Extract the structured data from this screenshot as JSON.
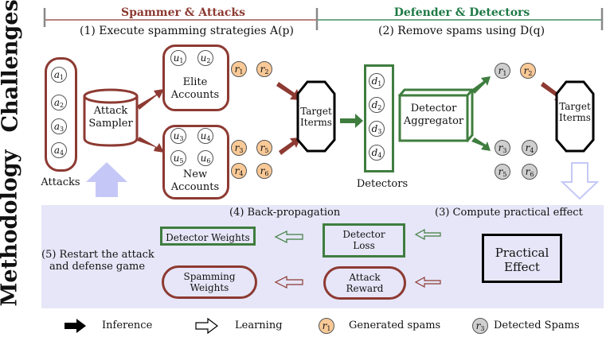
{
  "side_labels": {
    "top": "Challenges",
    "bottom": "Methodology"
  },
  "headers": {
    "spammer": {
      "title": "Spammer & Attacks",
      "color": "#8d3a32"
    },
    "defender": {
      "title": "Defender & Detectors",
      "color": "#1e7a45"
    }
  },
  "steps": {
    "s1": "(1) Execute spamming strategies A(p)",
    "s2": "(2) Remove spams using D(q)",
    "s3": "(3) Compute practical effect",
    "s4": "(4) Back-propagation",
    "s5_line1": "(5) Restart the attack",
    "s5_line2": "and defense game"
  },
  "attacks": {
    "items": [
      "a1",
      "a2",
      "a3",
      "a4"
    ],
    "label": "Attacks"
  },
  "sampler": {
    "line1": "Attack",
    "line2": "Sampler"
  },
  "elite": {
    "users": [
      "u1",
      "u2"
    ],
    "line1": "Elite",
    "line2": "Accounts"
  },
  "new_accounts": {
    "users": [
      "u3",
      "u4",
      "u5",
      "u6"
    ],
    "line1": "New",
    "line2": "Accounts"
  },
  "generated_reviews": [
    "r1",
    "r2",
    "r3",
    "r5",
    "r4",
    "r6"
  ],
  "target1": {
    "line1": "Target",
    "line2": "Iterms"
  },
  "detectors": {
    "items": [
      "d1",
      "d2",
      "d3",
      "d4"
    ],
    "label": "Detectors"
  },
  "aggregator": {
    "line1": "Detector",
    "line2": "Aggregator"
  },
  "post_reviews": {
    "top": [
      {
        "id": "r1",
        "state": "detected"
      },
      {
        "id": "r2",
        "state": "generated"
      }
    ],
    "bottom": [
      {
        "id": "r3",
        "state": "detected"
      },
      {
        "id": "r4",
        "state": "detected"
      },
      {
        "id": "r5",
        "state": "detected"
      },
      {
        "id": "r6",
        "state": "detected"
      }
    ]
  },
  "target2": {
    "line1": "Target",
    "line2": "Iterms"
  },
  "methodology": {
    "detector_weights": "Detector Weights",
    "spamming_weights_1": "Spamming",
    "spamming_weights_2": "Weights",
    "detector_loss_1": "Detector",
    "detector_loss_2": "Loss",
    "attack_reward_1": "Attack",
    "attack_reward_2": "Reward",
    "practical_effect_1": "Practical",
    "practical_effect_2": "Effect"
  },
  "legend": {
    "inference": "Inference",
    "learning": "Learning",
    "generated": "Generated spams",
    "generated_sym": "r1",
    "detected": "Detected Spams",
    "detected_sym": "r3"
  },
  "colors": {
    "red": "#8d3a32",
    "green": "#3f7d3f",
    "orange": "#f9c997",
    "gray": "#cfcfcf",
    "lavender": "#e6e6f8",
    "arrow_blue": "#c5c8f7"
  }
}
